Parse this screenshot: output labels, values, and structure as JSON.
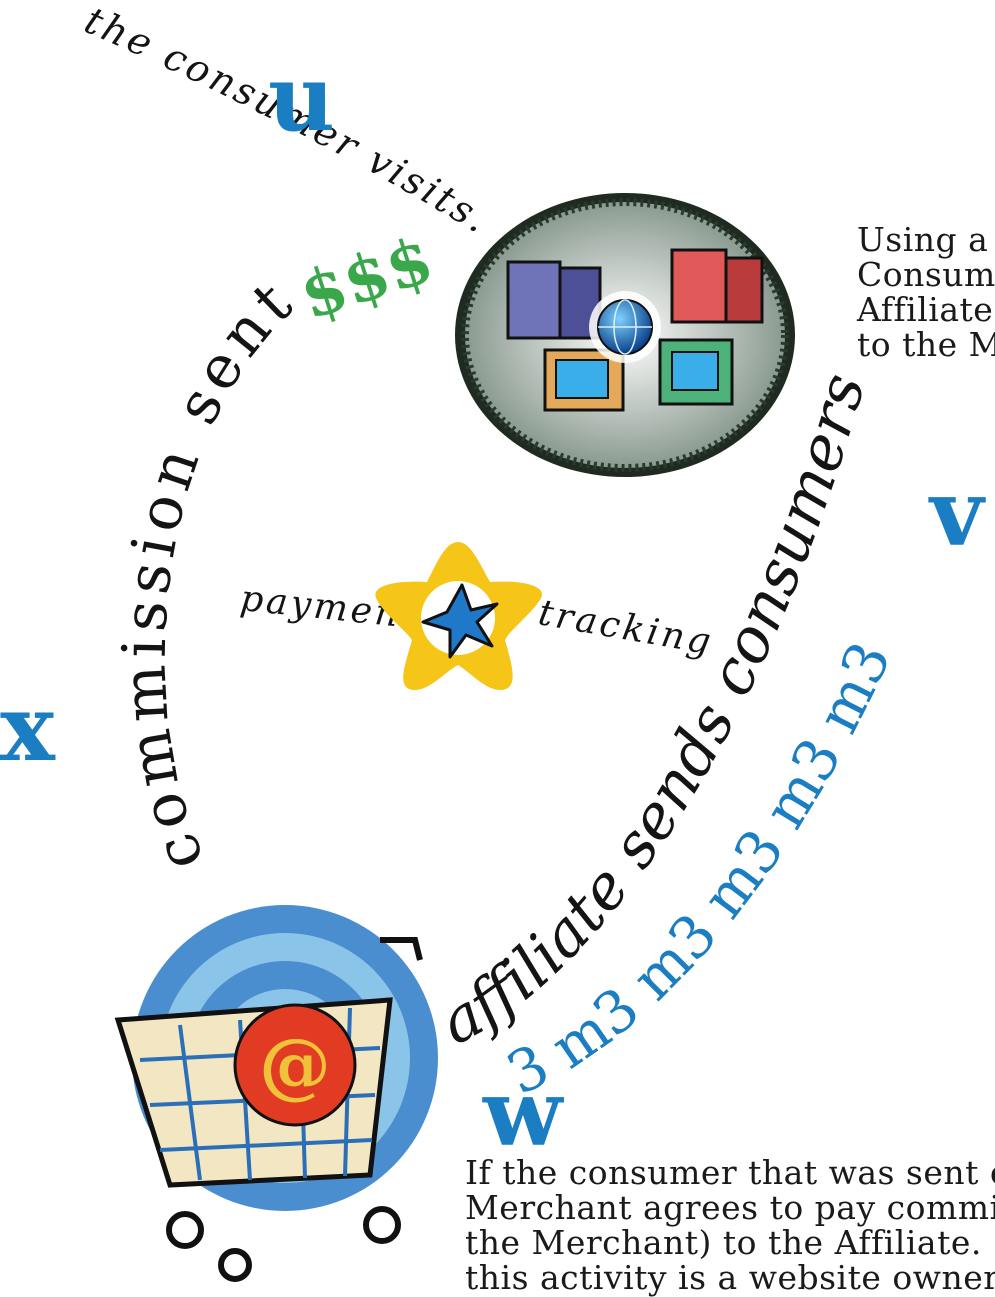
{
  "curve_texts": {
    "consumer_visits": "the consumer visits....",
    "commission_sent": "commission sent",
    "dollars": "$$$",
    "affiliate_sends": "affiliate sends consumers",
    "repeat_marks": "3 m3 m3 m3 m3 m3"
  },
  "step_markers": {
    "u": "u",
    "v": "v",
    "w": "w",
    "x": "x"
  },
  "center_labels": {
    "payment": "payment",
    "tracking": "tracking"
  },
  "paragraphs": {
    "top_right": [
      "Using a",
      "Consum",
      "Affiliate",
      "to the M"
    ],
    "bottom": [
      "If the consumer that was sent co",
      "Merchant agrees to pay commiss",
      "the Merchant) to the Affiliate.  S",
      "this activity is a website owner, b"
    ]
  },
  "icons": {
    "network": "network-computers-globe-icon",
    "star": "star-icon",
    "cart": "shopping-cart-at-icon"
  },
  "colors": {
    "accent_blue": "#1b7ec2",
    "money_green": "#3aa84a",
    "star_yellow": "#f5c518",
    "text": "#141414"
  }
}
